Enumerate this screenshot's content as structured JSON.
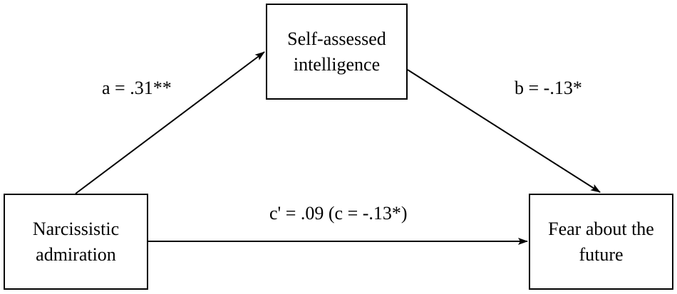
{
  "nodes": {
    "mediator": {
      "line1": "Self-assessed",
      "line2": "intelligence"
    },
    "predictor": {
      "line1": "Narcissistic",
      "line2": "admiration"
    },
    "outcome": {
      "line1": "Fear about the",
      "line2": "future"
    }
  },
  "paths": {
    "a": "a = .31**",
    "b": "b = -.13*",
    "c": "c' = .09 (c = -.13*)"
  },
  "colors": {
    "line": "#000000",
    "background": "#ffffff"
  }
}
